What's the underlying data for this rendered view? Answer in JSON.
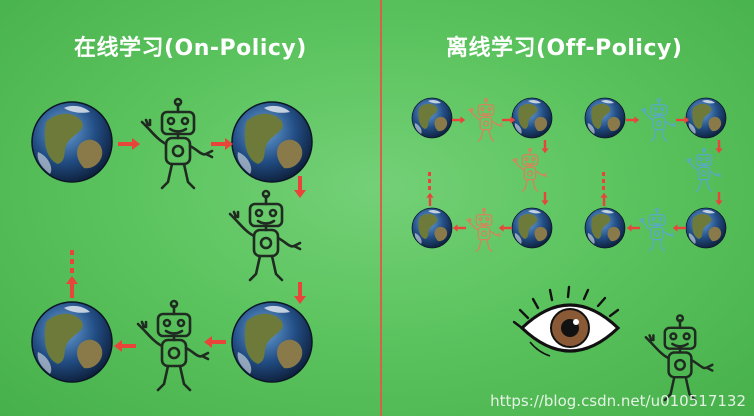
{
  "titles": {
    "left": "在线学习(On-Policy)",
    "right": "离线学习(Off-Policy)"
  },
  "watermark": "https://blog.csdn.net/u010517132",
  "colors": {
    "background": "#5cc45f",
    "divider": "#d4634a",
    "arrow": "#e8443a",
    "robot_on_policy": "#1f2a20",
    "robot_off_policy_a": "#d9825a",
    "robot_off_policy_b": "#5aa8c8",
    "iris": "#8a5a36"
  },
  "icons": [
    "earth-icon",
    "robot-icon",
    "arrow-icon",
    "eye-icon",
    "ellipsis-icon"
  ]
}
